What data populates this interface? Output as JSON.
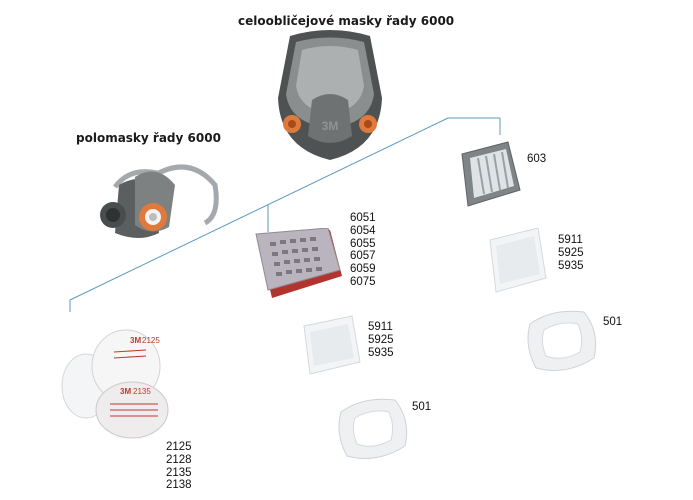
{
  "headings": {
    "full_face": "celoobličejové masky řady 6000",
    "half_mask": "polomasky řady 6000"
  },
  "groups": {
    "filters_2100": [
      "2125",
      "2128",
      "2135",
      "2138"
    ],
    "cartridges": [
      "6051",
      "6054",
      "6055",
      "6057",
      "6059",
      "6075"
    ],
    "prefilters_left": [
      "5911",
      "5925",
      "5935"
    ],
    "retainer_left": [
      "501"
    ],
    "adapter": [
      "603"
    ],
    "prefilters_right": [
      "5911",
      "5925",
      "5935"
    ],
    "retainer_right": [
      "501"
    ]
  },
  "product_print": {
    "filter_brand": "3M",
    "filter_code_a": "2125",
    "filter_code_b": "2135",
    "mask_logo": "3M"
  },
  "colors": {
    "connector_line": "#5b9bbf",
    "mask_body": "#6f7272",
    "filter_orange": "#e07a3c",
    "cartridge_red": "#b3342e",
    "cartridge_body": "#b9b4bd",
    "pad_white": "#f2f4f6"
  }
}
